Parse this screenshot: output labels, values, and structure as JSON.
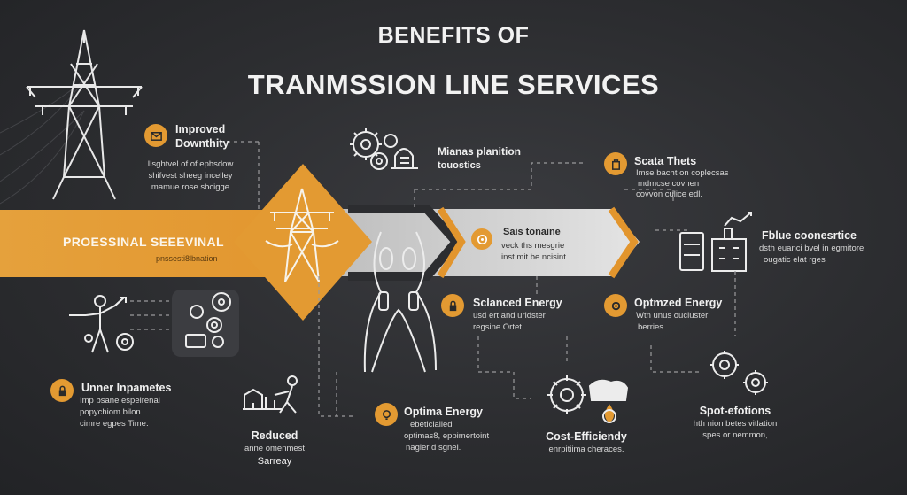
{
  "header": {
    "line1": "BENEFITS OF",
    "line2": "TRANMSSION LINE SERVICES"
  },
  "banner": {
    "title": "PROESSINAL SEEEVINAL",
    "subtitle": "pnssesti8lbnation"
  },
  "arrow_label": {
    "title": "Sais tonaine",
    "lines": [
      "veck ths mesgrie",
      "inst mit be ncisint"
    ]
  },
  "items": {
    "improved": {
      "icon": "mail-icon",
      "title": [
        "Improved",
        "Downthity"
      ],
      "lines": [
        "Ilsghtvel of of ephsdow",
        "shifvest sheeg incelley",
        "mamue rose sbcigge"
      ]
    },
    "mianas": {
      "icon": "gears-icon",
      "title": [
        "Mianas planition",
        "touostics"
      ]
    },
    "scata": {
      "icon": "bag-icon",
      "title": [
        "Scata Thets"
      ],
      "lines": [
        "Imse bacht on coplecsas",
        "mdmcse covnen",
        "covvon culice edl."
      ]
    },
    "fblue": {
      "icon": "building-icon",
      "title": [
        "Fblue coonesrtice"
      ],
      "lines": [
        "dsth euanci bvel in egmitore",
        "ougatic elat rges"
      ]
    },
    "balanced": {
      "icon": "lock-icon",
      "title": [
        "Sclanced Energy"
      ],
      "lines": [
        "usd ert and uridster",
        "regsine Ortet."
      ]
    },
    "optimized": {
      "icon": "gear-icon",
      "title": [
        "Optmzed Energy"
      ],
      "lines": [
        "Wtn unus oucluster",
        "berries."
      ]
    },
    "unner": {
      "icon": "lock-icon",
      "title": [
        "Unner Inpametes"
      ],
      "lines": [
        "Imp bsane espeirenal",
        "popychiom bilon",
        "cimre egpes Time."
      ]
    },
    "reduced": {
      "icon": "chart-icon",
      "title": [
        "Reduced"
      ],
      "lines": [
        "anne omenmest",
        "Sarreay"
      ]
    },
    "optima": {
      "icon": "bulb-icon",
      "title": [
        "Optima Energy"
      ],
      "lines": [
        "ebeticlalled",
        "optimas8, eppimertoint",
        "nagier d sgnel."
      ]
    },
    "cost": {
      "icon": "gears-icon",
      "title": [
        "Cost-Efficiendy"
      ],
      "lines": [
        "enrpitiima cheraces."
      ]
    },
    "spot": {
      "icon": "gears-icon",
      "title": [
        "Spot-efotions"
      ],
      "lines": [
        "hth nion betes vitlation",
        "spes or nemmon,"
      ]
    }
  },
  "colors": {
    "accent": "#e39a32",
    "background": "#2c2d30",
    "light_band": "#d9d9d9"
  }
}
